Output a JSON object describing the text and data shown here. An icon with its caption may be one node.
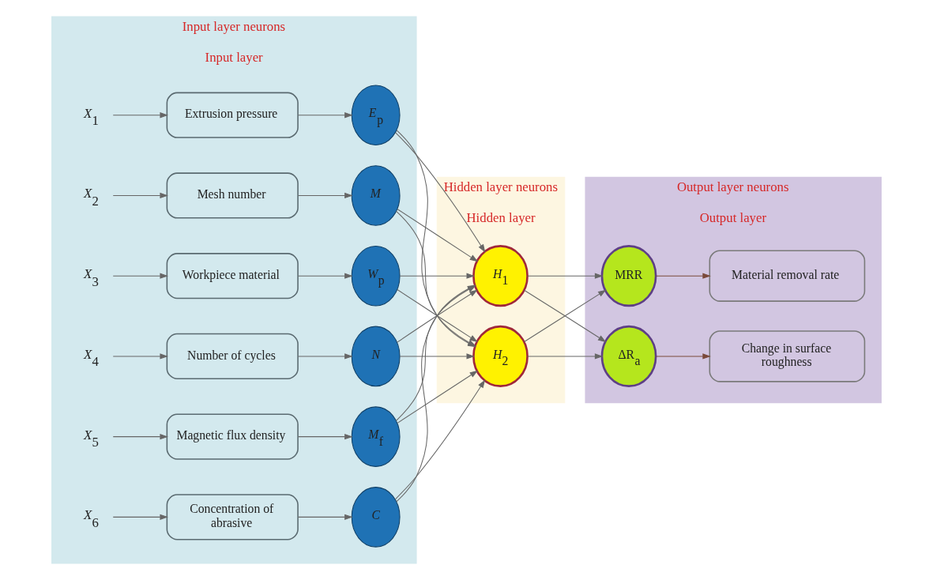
{
  "diagram": {
    "nodes": [
      {
        "text": [
          "Input layer neurons",
          "Input layer"
        ]
      },
      {
        "text": [
          "*X*$_{1}$"
        ],
        "in": 0
      },
      {
        "text": [
          "Extrusion pressure"
        ],
        "in": 0
      },
      {
        "text": [
          "*E*$_{p}$"
        ],
        "in": 0
      },
      {
        "text": [
          "*X*$_{2}$"
        ],
        "in": 0
      },
      {
        "text": [
          "Mesh number"
        ],
        "in": 0
      },
      {
        "text": [
          "*M*"
        ],
        "in": 0
      },
      {
        "text": [
          "*X*$_{3}$"
        ],
        "in": 0
      },
      {
        "text": [
          "Workpiece material"
        ],
        "in": 0
      },
      {
        "text": [
          "*W*$_{p}$"
        ],
        "in": 0
      },
      {
        "text": [
          "*X*$_{4}$"
        ],
        "in": 0
      },
      {
        "text": [
          "Number of cycles"
        ],
        "in": 0
      },
      {
        "text": [
          "*N*"
        ],
        "in": 0
      },
      {
        "text": [
          "*X*$_{5}$"
        ],
        "in": 0
      },
      {
        "text": [
          "Magnetic flux density"
        ],
        "in": 0
      },
      {
        "text": [
          "*M*$_{f}$"
        ],
        "in": 0
      },
      {
        "text": [
          "*X*$_{6}$"
        ],
        "in": 0
      },
      {
        "text": [
          "Concentration of abrasive"
        ],
        "in": 0
      },
      {
        "text": [
          "*C*"
        ],
        "in": 0
      },
      {
        "text": [
          "Hidden layer neurons",
          "Hidden layer"
        ]
      },
      {
        "text": [
          "*H*$_{1}$"
        ],
        "in": 19
      },
      {
        "text": [
          "*H*$_{2}$"
        ],
        "in": 19
      },
      {
        "text": [
          "Output layer neurons",
          "Output layer"
        ]
      },
      {
        "text": [
          "MRR"
        ],
        "in": 22
      },
      {
        "text": [
          "Material removal rate"
        ],
        "in": 22
      },
      {
        "text": [
          "ΔR$_{a}$"
        ],
        "in": 22
      },
      {
        "text": [
          "Change in surface roughness"
        ],
        "in": 22
      }
    ],
    "edges": [
      {
        "from": 1,
        "to": 2,
        "arrow": "to"
      },
      {
        "from": 2,
        "to": 3,
        "arrow": "to"
      },
      {
        "from": 4,
        "to": 5,
        "arrow": "to"
      },
      {
        "from": 5,
        "to": 6,
        "arrow": "to"
      },
      {
        "from": 7,
        "to": 8,
        "arrow": "to"
      },
      {
        "from": 8,
        "to": 9,
        "arrow": "to"
      },
      {
        "from": 10,
        "to": 11,
        "arrow": "to"
      },
      {
        "from": 11,
        "to": 12,
        "arrow": "to"
      },
      {
        "from": 13,
        "to": 14,
        "arrow": "to"
      },
      {
        "from": 14,
        "to": 15,
        "arrow": "to"
      },
      {
        "from": 16,
        "to": 17,
        "arrow": "to"
      },
      {
        "from": 17,
        "to": 18,
        "arrow": "to"
      },
      {
        "from": 3,
        "to": 20,
        "arrow": "to"
      },
      {
        "from": 3,
        "to": 21,
        "arrow": "to"
      },
      {
        "from": 6,
        "to": 20,
        "arrow": "to"
      },
      {
        "from": 6,
        "to": 21,
        "arrow": "to"
      },
      {
        "from": 9,
        "to": 20,
        "arrow": "to"
      },
      {
        "from": 9,
        "to": 21,
        "arrow": "to"
      },
      {
        "from": 12,
        "to": 20,
        "arrow": "to"
      },
      {
        "from": 12,
        "to": 21,
        "arrow": "to"
      },
      {
        "from": 15,
        "to": 20,
        "arrow": "to"
      },
      {
        "from": 15,
        "to": 21,
        "arrow": "to"
      },
      {
        "from": 18,
        "to": 20,
        "arrow": "to"
      },
      {
        "from": 18,
        "to": 21,
        "arrow": "to"
      },
      {
        "from": 20,
        "to": 23,
        "arrow": "to"
      },
      {
        "from": 20,
        "to": 25,
        "arrow": "to"
      },
      {
        "from": 21,
        "to": 23,
        "arrow": "to"
      },
      {
        "from": 21,
        "to": 25,
        "arrow": "to"
      },
      {
        "from": 23,
        "to": 24,
        "arrow": "to",
        "color": "#7a4a3a"
      },
      {
        "from": 25,
        "to": 26,
        "arrow": "to",
        "color": "#7a4a3a"
      }
    ]
  }
}
